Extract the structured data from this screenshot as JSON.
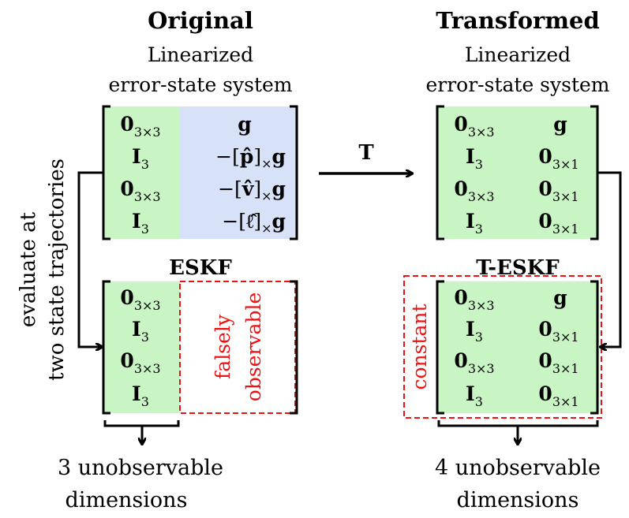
{
  "left": {
    "title": "Original",
    "subtitle_line1": "Linearized",
    "subtitle_line2": "error-state system",
    "matrix_label": "ESKF",
    "falsely_line1": "falsely",
    "falsely_line2": "observable",
    "caption_line1": "3 unobservable",
    "caption_line2": "dimensions"
  },
  "right": {
    "title": "Transformed",
    "subtitle_line1": "Linearized",
    "subtitle_line2": "error-state system",
    "matrix_label": "T-ESKF",
    "constant_label": "constant",
    "caption_line1": "4 unobservable",
    "caption_line2": "dimensions"
  },
  "arrow_label": "T",
  "side_label_line1": "evaluate at",
  "side_label_line2": "two state trajectories",
  "cells": {
    "zero": "0",
    "zero_sub": "3×3",
    "ident": "I",
    "ident_sub": "3",
    "g": "g",
    "zero31": "0",
    "zero31_sub": "3×1",
    "minus": "−[",
    "p_hat": "p̂",
    "v_hat": "v̂",
    "l_hat": "ℓ̂",
    "cross_close": "]",
    "cross_sub": "×",
    "g_tail": "g"
  },
  "colors": {
    "green": "#c9f5c4",
    "blue": "#d7e1f7",
    "red": "#ee1111"
  }
}
